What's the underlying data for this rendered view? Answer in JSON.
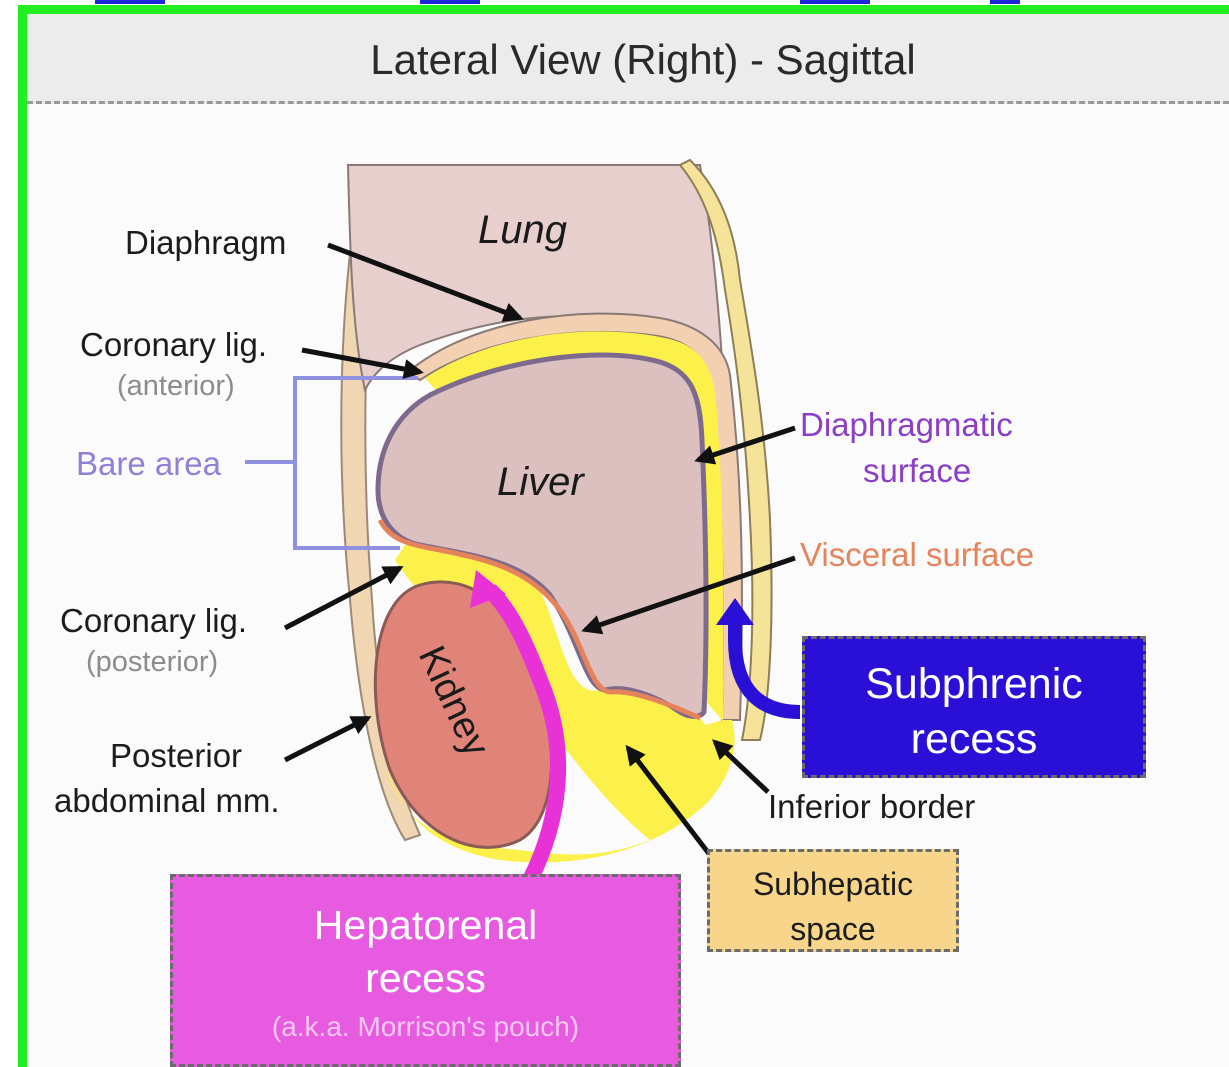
{
  "title": "Lateral View (Right) - Sagittal",
  "organs": {
    "lung": "Lung",
    "liver": "Liver",
    "kidney": "Kidney"
  },
  "labels": {
    "diaphragm": "Diaphragm",
    "coronary_anterior": "Coronary lig.",
    "coronary_anterior_sub": "(anterior)",
    "bare_area": "Bare area",
    "coronary_posterior": "Coronary lig.",
    "coronary_posterior_sub": "(posterior)",
    "posterior_abdominal_1": "Posterior",
    "posterior_abdominal_2": "abdominal mm.",
    "diaphragmatic_surface_1": "Diaphragmatic",
    "diaphragmatic_surface_2": "surface",
    "visceral_surface": "Visceral surface",
    "inferior_border": "Inferior border"
  },
  "boxes": {
    "subphrenic_1": "Subphrenic",
    "subphrenic_2": "recess",
    "subhepatic_1": "Subhepatic",
    "subhepatic_2": "space",
    "hepatorenal_1": "Hepatorenal",
    "hepatorenal_2": "recess",
    "hepatorenal_3": "(a.k.a. Morrison's pouch)"
  },
  "colors": {
    "frame": "#22ee22",
    "lung": "#e6cfcd",
    "liver": "#dcbfbf",
    "kidney": "#e0847a",
    "peritoneal_space": "#fbf14a",
    "subphrenic_box": "#2a0fd6",
    "subhepatic_box": "#f7d58a",
    "hepatorenal_box": "#e75be0"
  }
}
